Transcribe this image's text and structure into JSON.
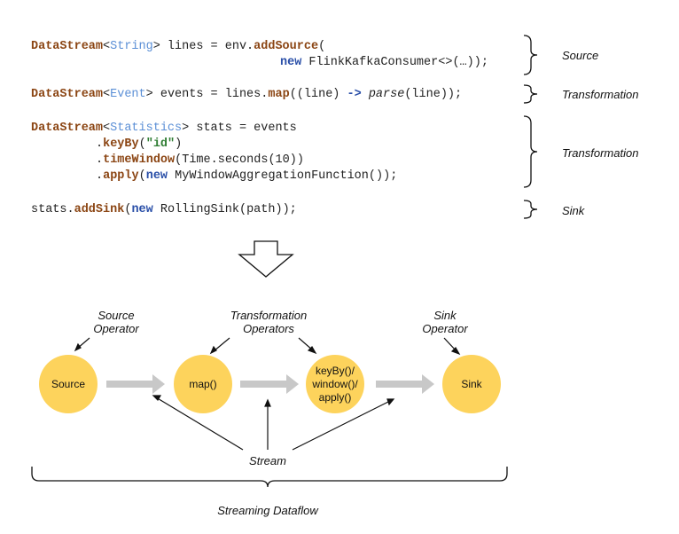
{
  "code": {
    "line1a": {
      "kw1": "DataStream",
      "lt": "<",
      "type": "String",
      "rest": "> lines = env.",
      "method": "addSource",
      "paren": "("
    },
    "line1b": {
      "new": "new",
      "rest": " FlinkKafkaConsumer<>(…));"
    },
    "line2": {
      "kw1": "DataStream",
      "lt": "<",
      "type": "Event",
      "rest1": "> events = lines.",
      "method": "map",
      "rest2": "((line) ",
      "arrow": "->",
      "sp": " ",
      "parse": "parse",
      "rest3": "(line));"
    },
    "line3": {
      "kw1": "DataStream",
      "lt": "<",
      "type": "Statistics",
      "rest": "> stats = events"
    },
    "line4": {
      "dot": ".",
      "method": "keyBy",
      "open": "(",
      "str": "\"id\"",
      "close": ")"
    },
    "line5": {
      "dot": ".",
      "method": "timeWindow",
      "rest": "(Time.seconds(10))"
    },
    "line6": {
      "dot": ".",
      "method": "apply",
      "open": "(",
      "new": "new",
      "rest": " MyWindowAggregationFunction());"
    },
    "line7": {
      "pre": "stats.",
      "method": "addSink",
      "open": "(",
      "new": "new",
      "rest": " RollingSink(path));"
    }
  },
  "brace_labels": [
    "Source",
    "Transformation",
    "Transformation",
    "Sink"
  ],
  "diagram": {
    "nodes": [
      "Source",
      "map()",
      "keyBy()/\nwindow()/\napply()",
      "Sink"
    ],
    "annotations": {
      "source_operator": "Source\nOperator",
      "transformation_operators": "Transformation\nOperators",
      "sink_operator": "Sink\nOperator",
      "stream": "Stream",
      "streaming_dataflow": "Streaming Dataflow"
    }
  },
  "colors": {
    "node_fill": "#fdd35c",
    "stream_arrow": "#c8c8c8",
    "keyword": "#8b4513",
    "type": "#5b8fd6"
  }
}
